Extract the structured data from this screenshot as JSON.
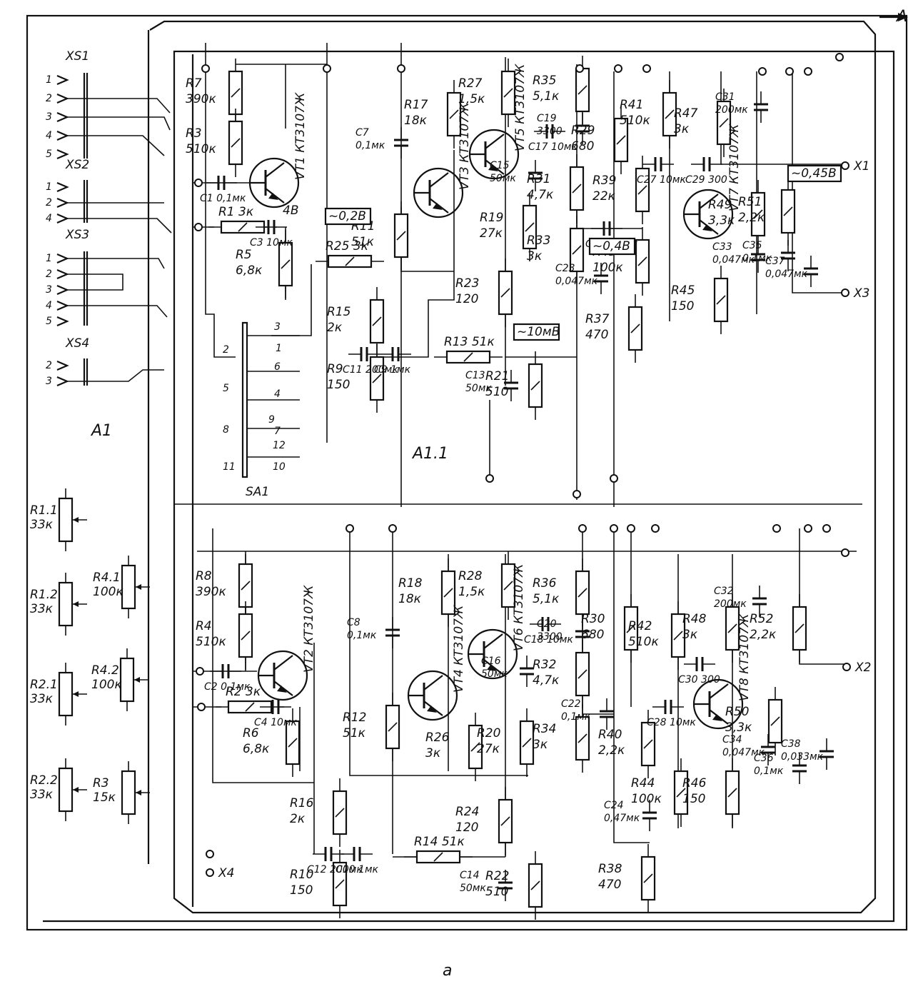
{
  "figure": {
    "caption": "a",
    "block_main": "A1",
    "block_board": "A1.1",
    "arrow_label": "A"
  },
  "connectors": [
    {
      "name": "XS1",
      "pins": [
        "1",
        "2",
        "3",
        "4",
        "5"
      ]
    },
    {
      "name": "XS2",
      "pins": [
        "1",
        "2",
        "4"
      ]
    },
    {
      "name": "XS3",
      "pins": [
        "1",
        "2",
        "3",
        "4",
        "5"
      ]
    },
    {
      "name": "XS4",
      "pins": [
        "2",
        "3"
      ]
    }
  ],
  "switch": {
    "name": "SA1",
    "contacts": [
      "1",
      "2",
      "3",
      "4",
      "5",
      "6",
      "7",
      "8",
      "9",
      "10",
      "11",
      "12"
    ]
  },
  "upper_channel": {
    "resistors": [
      {
        "ref": "R7",
        "value": "390к"
      },
      {
        "ref": "R3",
        "value": "510к"
      },
      {
        "ref": "R1",
        "value": "3к"
      },
      {
        "ref": "R5",
        "value": "6,8к"
      },
      {
        "ref": "R25",
        "value": "3к"
      },
      {
        "ref": "R11",
        "value": "51к"
      },
      {
        "ref": "R17",
        "value": "18к"
      },
      {
        "ref": "R27",
        "value": "1,5к"
      },
      {
        "ref": "R19",
        "value": "27к"
      },
      {
        "ref": "R23",
        "value": "120"
      },
      {
        "ref": "R15",
        "value": "2к"
      },
      {
        "ref": "R9",
        "value": "150"
      },
      {
        "ref": "R13",
        "value": "51к"
      },
      {
        "ref": "R21",
        "value": "510"
      },
      {
        "ref": "R35",
        "value": "5,1к"
      },
      {
        "ref": "R31",
        "value": "4,7к"
      },
      {
        "ref": "R33",
        "value": "3к"
      },
      {
        "ref": "R29",
        "value": "680"
      },
      {
        "ref": "R39",
        "value": "22к"
      },
      {
        "ref": "R43",
        "value": "100к"
      },
      {
        "ref": "R37",
        "value": "470"
      },
      {
        "ref": "R41",
        "value": "510к"
      },
      {
        "ref": "R47",
        "value": "3к"
      },
      {
        "ref": "R49",
        "value": "3,3к"
      },
      {
        "ref": "R51",
        "value": "2,2к"
      },
      {
        "ref": "R45",
        "value": "150"
      }
    ],
    "capacitors": [
      {
        "ref": "C1",
        "value": "0,1мк"
      },
      {
        "ref": "C3",
        "value": "10мк"
      },
      {
        "ref": "C7",
        "value": "0,1мк"
      },
      {
        "ref": "C17",
        "value": "10мк"
      },
      {
        "ref": "C19",
        "value": "3300"
      },
      {
        "ref": "C15",
        "value": "50мк"
      },
      {
        "ref": "C11",
        "value": "200мк"
      },
      {
        "ref": "C9",
        "value": "1мк"
      },
      {
        "ref": "C13",
        "value": "50мк"
      },
      {
        "ref": "C21",
        "value": "0,1мк"
      },
      {
        "ref": "C23",
        "value": "0,047мк"
      },
      {
        "ref": "C27",
        "value": "10мк"
      },
      {
        "ref": "C29",
        "value": "300"
      },
      {
        "ref": "C31",
        "value": "200мк"
      },
      {
        "ref": "C33",
        "value": "0,047мк"
      },
      {
        "ref": "C35",
        "value": "0,1мк"
      },
      {
        "ref": "C37",
        "value": "0,047мк"
      }
    ],
    "transistors": [
      {
        "ref": "VT1",
        "type": "КТ3107Ж"
      },
      {
        "ref": "VT3",
        "type": "КТ3107Ж"
      },
      {
        "ref": "VT5",
        "type": "КТ3107Ж"
      },
      {
        "ref": "VT7",
        "type": "КТ3107Ж"
      }
    ],
    "measurements": [
      "~0,2В",
      "4В",
      "~10мВ",
      "~0,4В",
      "~0,45В"
    ]
  },
  "lower_channel": {
    "resistors": [
      {
        "ref": "R8",
        "value": "390к"
      },
      {
        "ref": "R4",
        "value": "510к"
      },
      {
        "ref": "R2",
        "value": "3к"
      },
      {
        "ref": "R6",
        "value": "6,8к"
      },
      {
        "ref": "R12",
        "value": "51к"
      },
      {
        "ref": "R18",
        "value": "18к"
      },
      {
        "ref": "R28",
        "value": "1,5к"
      },
      {
        "ref": "R26",
        "value": "3к"
      },
      {
        "ref": "R20",
        "value": "27к"
      },
      {
        "ref": "R24",
        "value": "120"
      },
      {
        "ref": "R16",
        "value": "2к"
      },
      {
        "ref": "R10",
        "value": "150"
      },
      {
        "ref": "R14",
        "value": "51к"
      },
      {
        "ref": "R22",
        "value": "510"
      },
      {
        "ref": "R36",
        "value": "5,1к"
      },
      {
        "ref": "R32",
        "value": "4,7к"
      },
      {
        "ref": "R34",
        "value": "3к"
      },
      {
        "ref": "R30",
        "value": "680"
      },
      {
        "ref": "R40",
        "value": "2,2к"
      },
      {
        "ref": "R44",
        "value": "100к"
      },
      {
        "ref": "R38",
        "value": "470"
      },
      {
        "ref": "R42",
        "value": "510к"
      },
      {
        "ref": "R48",
        "value": "3к"
      },
      {
        "ref": "R50",
        "value": "3,3к"
      },
      {
        "ref": "R52",
        "value": "2,2к"
      },
      {
        "ref": "R46",
        "value": "150"
      }
    ],
    "capacitors": [
      {
        "ref": "C2",
        "value": "0,1мк"
      },
      {
        "ref": "C4",
        "value": "10мк"
      },
      {
        "ref": "C8",
        "value": "0,1мк"
      },
      {
        "ref": "C18",
        "value": "10мк"
      },
      {
        "ref": "C20",
        "value": "3300"
      },
      {
        "ref": "C16",
        "value": "50мк"
      },
      {
        "ref": "C12",
        "value": "200мк"
      },
      {
        "ref": "C10",
        "value": "1мк"
      },
      {
        "ref": "C14",
        "value": "50мк"
      },
      {
        "ref": "C22",
        "value": "0,1мк"
      },
      {
        "ref": "C24",
        "value": "0,47мк"
      },
      {
        "ref": "C28",
        "value": "10мк"
      },
      {
        "ref": "C30",
        "value": "300"
      },
      {
        "ref": "C32",
        "value": "200мк"
      },
      {
        "ref": "C34",
        "value": "0,047мк"
      },
      {
        "ref": "C36",
        "value": "0,1мк"
      },
      {
        "ref": "C38",
        "value": "0,033мк"
      }
    ],
    "transistors": [
      {
        "ref": "VT2",
        "type": "КТ3107Ж"
      },
      {
        "ref": "VT4",
        "type": "КТ3107Ж"
      },
      {
        "ref": "VT6",
        "type": "КТ3107Ж"
      },
      {
        "ref": "VT8",
        "type": "КТ3107Ж"
      }
    ]
  },
  "controls": [
    {
      "ref": "R1.1",
      "value": "33к"
    },
    {
      "ref": "R1.2",
      "value": "33к"
    },
    {
      "ref": "R4.1",
      "value": "100к"
    },
    {
      "ref": "R4.2",
      "value": "100к"
    },
    {
      "ref": "R2.1",
      "value": "33к"
    },
    {
      "ref": "R2.2",
      "value": "33к"
    },
    {
      "ref": "R3",
      "value": "15к"
    }
  ],
  "output_connectors": [
    "X1",
    "X2",
    "X3",
    "X4"
  ]
}
